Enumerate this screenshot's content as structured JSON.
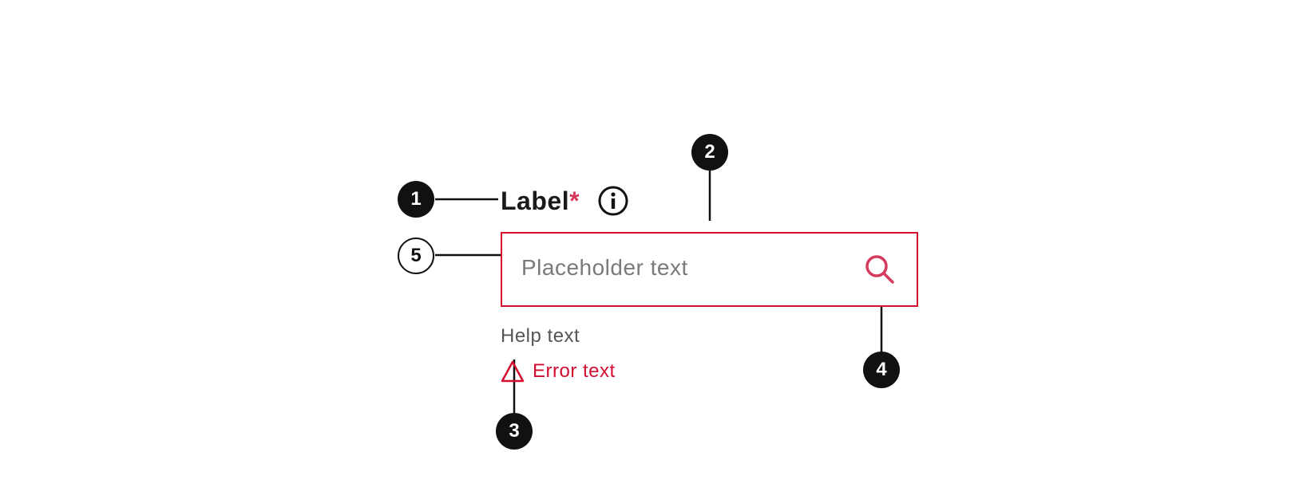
{
  "field": {
    "label": "Label",
    "required_mark": "*",
    "placeholder": "Placeholder text",
    "help_text": "Help text",
    "error_text": "Error text"
  },
  "markers": {
    "m1": "1",
    "m2": "2",
    "m3": "3",
    "m4": "4",
    "m5": "5"
  },
  "icons": {
    "info": "info-icon",
    "search": "search-icon",
    "error": "warning-triangle-icon"
  },
  "colors": {
    "marker_fill": "#111111",
    "input_border": "#d40d2f",
    "required_mark": "#d63a5c",
    "error_text": "#d40d2f",
    "search_icon": "#d63a5c"
  }
}
